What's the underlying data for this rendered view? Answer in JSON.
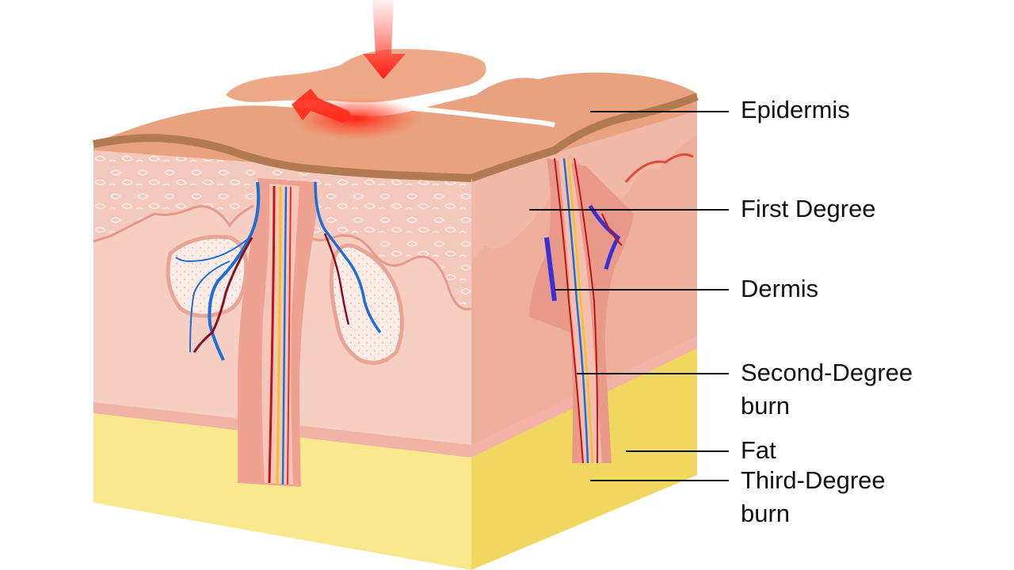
{
  "labels": {
    "epidermis": "Epidermis",
    "first_degree": "First Degree",
    "dermis": "Dermis",
    "second_degree": [
      "Second-Degree",
      "burn"
    ],
    "fat": "Fat",
    "third_degree": [
      "Third-Degree",
      "burn"
    ]
  },
  "colors": {
    "skin_top": "#e8a27f",
    "epidermis_edge": "#b27a52",
    "dermis_front": "#f6cfc2",
    "dermis_side": "#eeb09d",
    "papillary": "#f1b3a5",
    "fat": "#f9e88d",
    "fat_side": "#f0d760",
    "heat": "#ff2a1a",
    "artery": "#c0141a",
    "vein": "#1b6fd6",
    "nerve": "#f4c322",
    "leader_line": "#111111"
  }
}
